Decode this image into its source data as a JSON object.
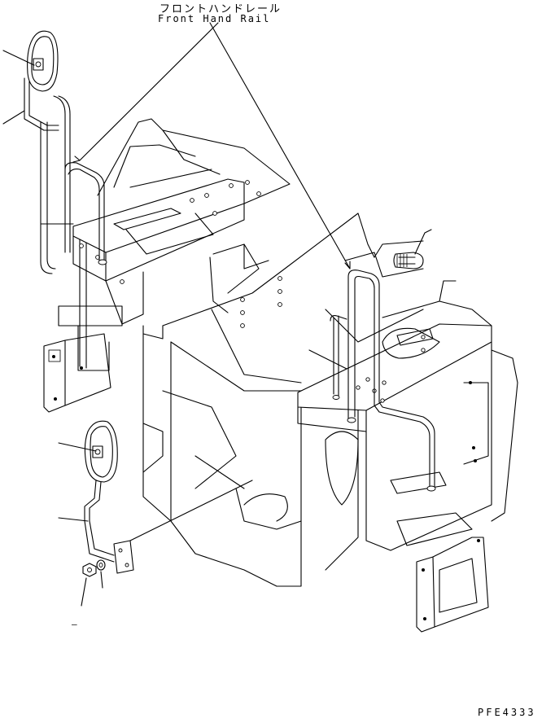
{
  "header": {
    "title_jp": "フロントハンドレール",
    "title_en": "Front Hand Rail"
  },
  "footer": {
    "drawing_code": "PFE4333"
  },
  "callouts": {
    "small_dash": "–"
  }
}
